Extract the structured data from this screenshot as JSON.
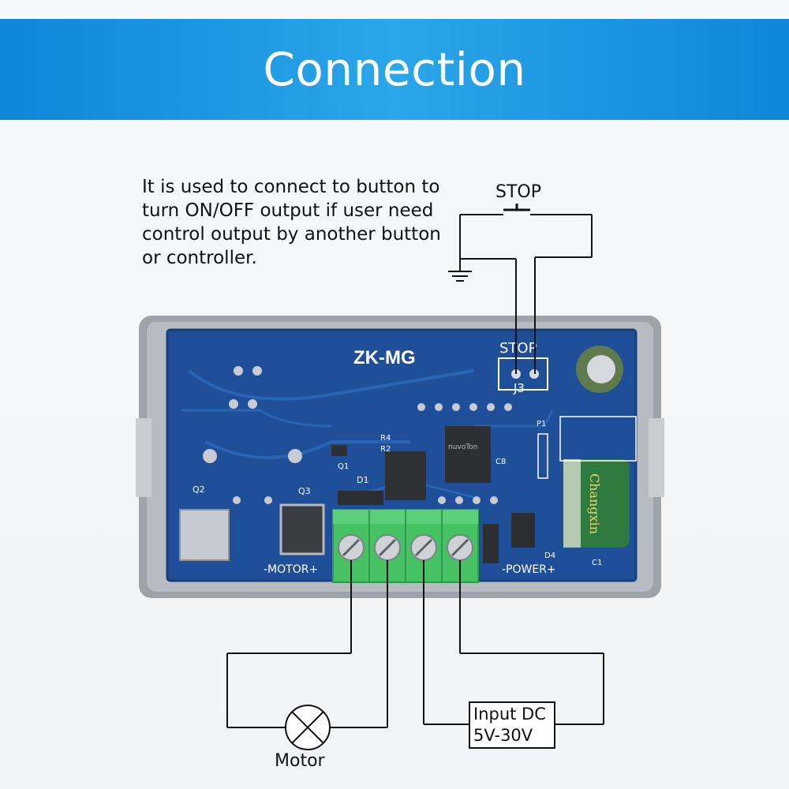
{
  "banner": {
    "title": "Connection"
  },
  "note": {
    "lines": [
      "It is used to connect to button to",
      "turn ON/OFF output if user need",
      "control output by another button",
      "or controller."
    ]
  },
  "stop_switch": {
    "label": "STOP"
  },
  "board": {
    "name": "ZK-MG",
    "stop_label": "STOP",
    "j3_label": "J3",
    "motor_terminal_label": "-MOTOR+",
    "power_terminal_label": "-POWER+",
    "chip_brand": "nuvoTon",
    "capacitor_brand": "Changxin",
    "component_labels": [
      "Q1",
      "Q2",
      "Q3",
      "D1",
      "D4",
      "R2",
      "R4",
      "C1",
      "C8",
      "P1"
    ]
  },
  "motor": {
    "label": "Motor"
  },
  "input_dc": {
    "line1": "Input DC",
    "line2": "5V-30V"
  },
  "colors": {
    "banner": "#1a96e0",
    "pcb": "#1d4f9a",
    "terminal_block": "#3fbf5f",
    "case": "#9a9ea6"
  }
}
